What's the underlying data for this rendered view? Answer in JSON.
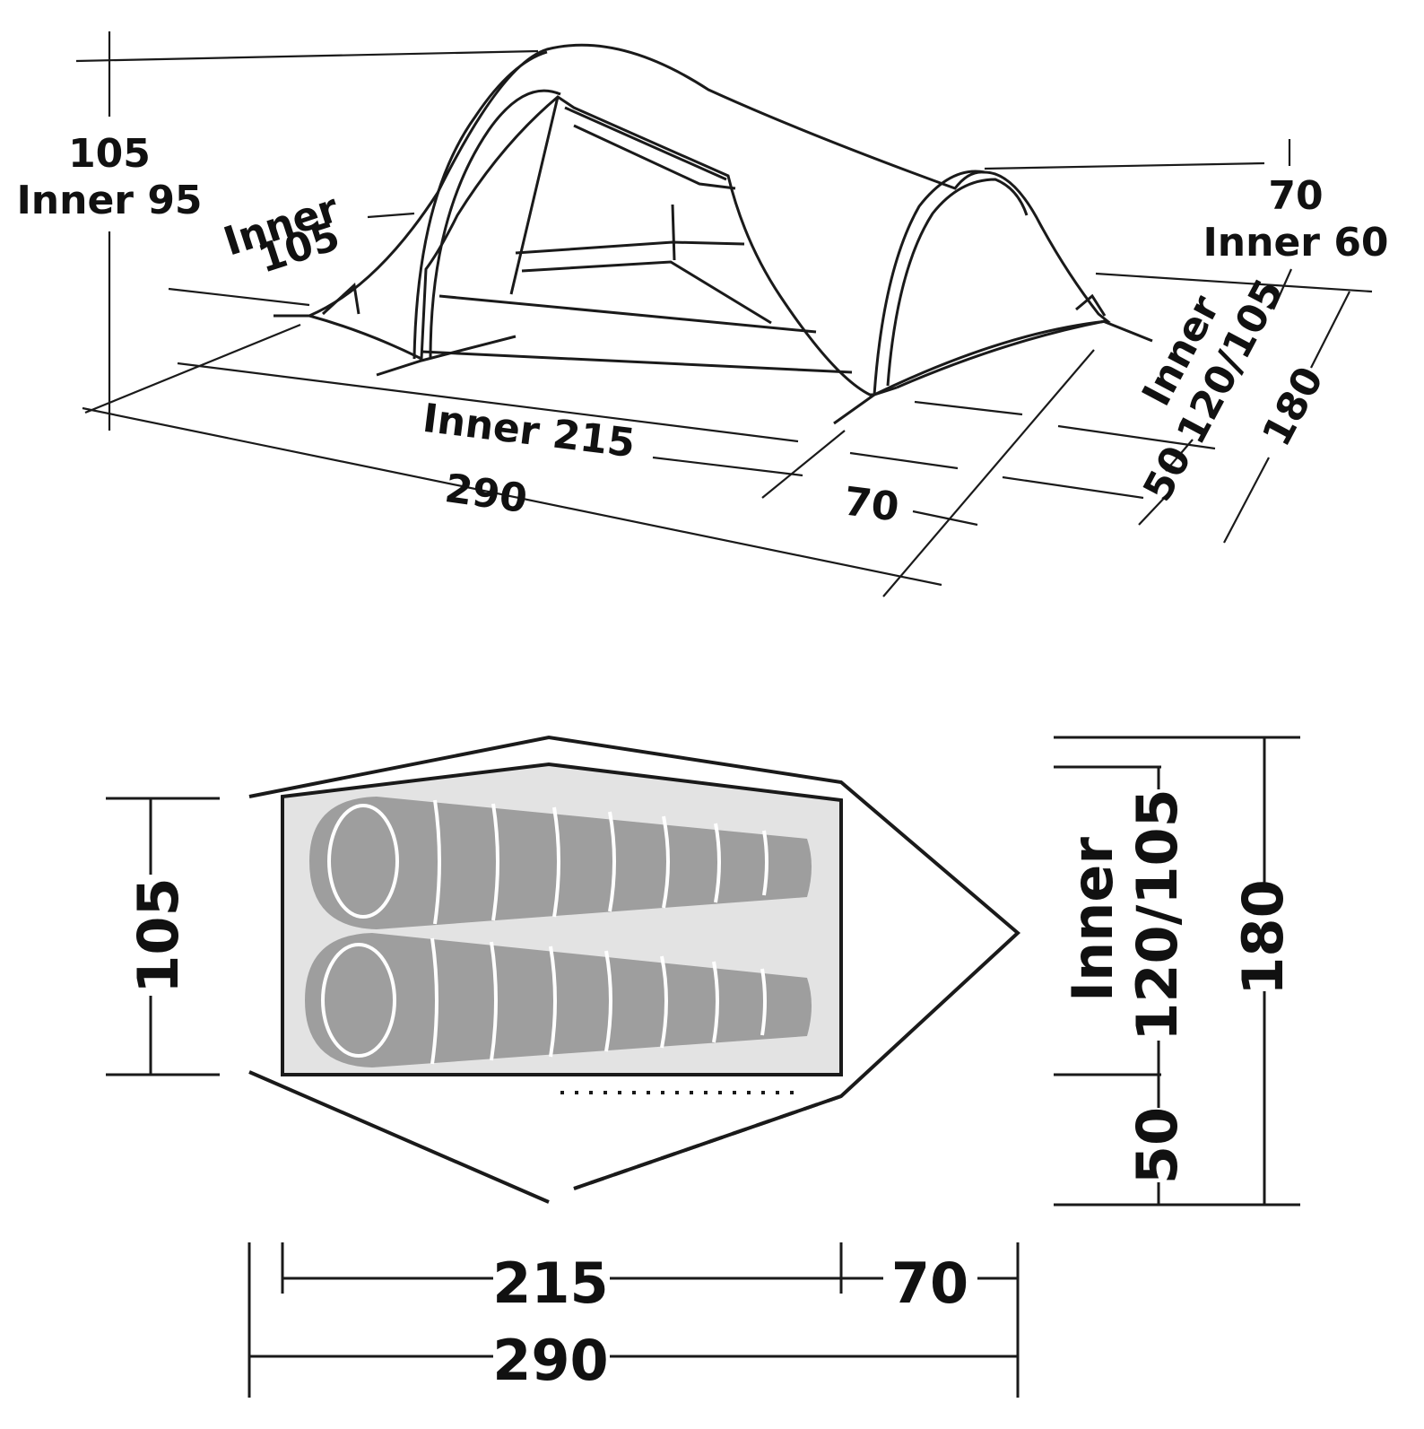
{
  "perspective": {
    "total_height": "105",
    "inner_height": "Inner 95",
    "inner_width_word": "Inner",
    "inner_width_value": "105",
    "inner_length": "Inner 215",
    "total_length": "290",
    "porch_length": "70",
    "rear_height": "70",
    "rear_inner_height": "Inner 60",
    "inner_depth_word": "Inner",
    "inner_depth_value": "120/105",
    "porch_depth": "50",
    "total_depth": "180"
  },
  "floorplan": {
    "width": "105",
    "inner_word": "Inner",
    "inner_value": "120/105",
    "porch_depth": "50",
    "total_depth": "180",
    "inner_length": "215",
    "porch_length": "70",
    "total_length": "290"
  },
  "colors": {
    "line": "#1a1a1a",
    "tent_fill": "#ffffff",
    "inner_fill": "#e3e3e3",
    "sleeping_bag": "#9e9e9e"
  }
}
